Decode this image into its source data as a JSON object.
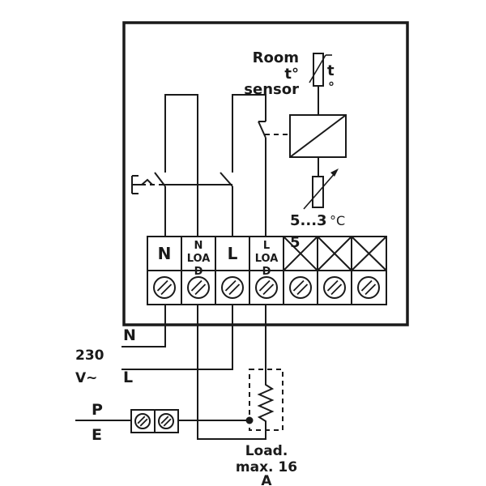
{
  "sensor": {
    "line1": "Room",
    "line2": "t°",
    "line3": "sensor",
    "symbol_t": "t",
    "symbol_deg": "°"
  },
  "range": {
    "text": "5...3",
    "unit": "°C",
    "overflow": "5"
  },
  "terminals": {
    "n": "N",
    "n_load_1": "N",
    "n_load_2": "LOA",
    "n_load_3": "D",
    "l": "L",
    "l_load_1": "L",
    "l_load_2": "LOA",
    "l_load_3": "D"
  },
  "supply": {
    "voltage_1": "230",
    "voltage_2": "V~",
    "n": "N",
    "l": "L"
  },
  "pe": {
    "p": "P",
    "e": "E"
  },
  "load": {
    "line1": "Load.",
    "line2": "max. 16",
    "line3": "A"
  },
  "colors": {
    "ink": "#1a1a1a",
    "background": "#ffffff"
  }
}
